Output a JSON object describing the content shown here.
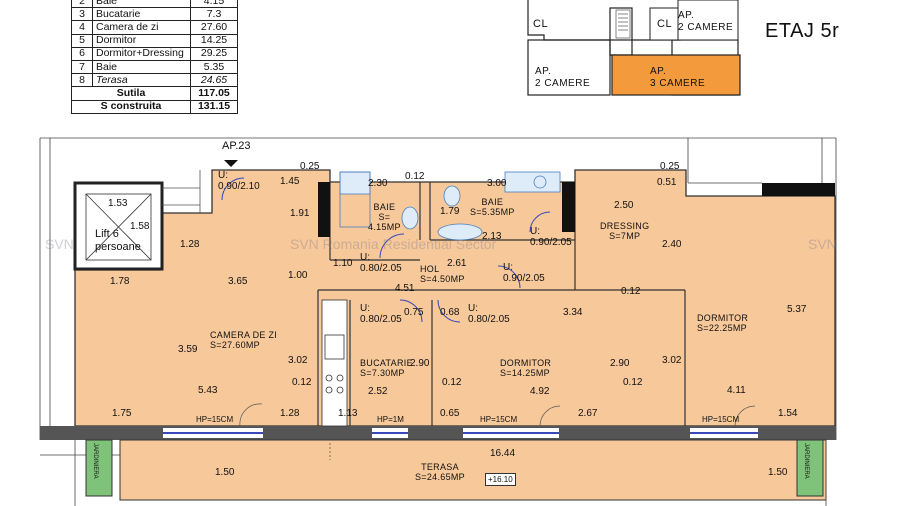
{
  "table": {
    "rows": [
      {
        "nr": "2",
        "name": "Baie",
        "area": "4.15",
        "italic": false
      },
      {
        "nr": "3",
        "name": "Bucatarie",
        "area": "7.3",
        "italic": false
      },
      {
        "nr": "4",
        "name": "Camera de zi",
        "area": "27.60",
        "italic": false
      },
      {
        "nr": "5",
        "name": "Dormitor",
        "area": "14.25",
        "italic": false
      },
      {
        "nr": "6",
        "name": "Dormitor+Dressing",
        "area": "29.25",
        "italic": false
      },
      {
        "nr": "7",
        "name": "Baie",
        "area": "5.35",
        "italic": false
      },
      {
        "nr": "8",
        "name": "Terasa",
        "area": "24.65",
        "italic": true
      }
    ],
    "sutila_label": "Sutila",
    "sutila_value": "117.05",
    "sconstruita_label": "S construita",
    "sconstruita_value": "131.15"
  },
  "keyplan": {
    "cl1": "CL",
    "cl2": "CL",
    "ap_top_right": "AP.\n2 CAMERE",
    "ap_left": "AP.\n2 CAMERE",
    "ap_selected": "AP.\n3 CAMERE",
    "selected_color": "#f39a3c"
  },
  "floor_label": "ETAJ 5r",
  "plan": {
    "ap_label": "AP.23",
    "lift": "Lift 6\npersoane",
    "rooms": {
      "baie1": "BAIE\nS=\n4.15MP",
      "baie2": "BAIE\nS=5.35MP",
      "dressing": "DRESSING\nS=7MP",
      "hol": "HOL\nS=4.50MP",
      "camera": "CAMERA DE ZI\nS=27.60MP",
      "bucatarie": "BUCATARIE\nS=7.30MP",
      "dormitor1": "DORMITOR\nS=14.25MP",
      "dormitor2": "DORMITOR\nS=22.25MP",
      "terasa": "TERASA\nS=24.65MP"
    },
    "doors": [
      "U:\n0.90/2.10",
      "U:\n0.80/2.05",
      "U:\n0.90/2.05",
      "U:\n0.80/2.05",
      "U:\n0.90/2.05",
      "U:\n0.80/2.05"
    ],
    "windows": [
      "HP=15CM",
      "HP=1M",
      "HP=15CM",
      "HP=15CM"
    ],
    "level": "+16.10",
    "jardiniera": "JARDINIERA",
    "fill_color": "#f7c89a",
    "dims": [
      "0.25",
      "0.12",
      "1.45",
      "2.30",
      "3.00",
      "0.25",
      "0.51",
      "1.53",
      "1.58",
      "1.91",
      "1.79",
      "2.13",
      "2.50",
      "2.40",
      "1.28",
      "1.10",
      "2.61",
      "1.00",
      "1.78",
      "3.65",
      "4.51",
      "0.12",
      "3.59",
      "0.75",
      "0.68",
      "3.34",
      "5.37",
      "3.02",
      "2.90",
      "2.90",
      "3.02",
      "0.12",
      "2.52",
      "0.12",
      "4.92",
      "0.12",
      "5.43",
      "4.11",
      "1.75",
      "1.28",
      "1.13",
      "0.65",
      "2.67",
      "1.54",
      "16.44",
      "1.50",
      "1.50"
    ]
  },
  "watermark": [
    "SVN Romania Residential Sector",
    "SVN",
    "SVN"
  ]
}
